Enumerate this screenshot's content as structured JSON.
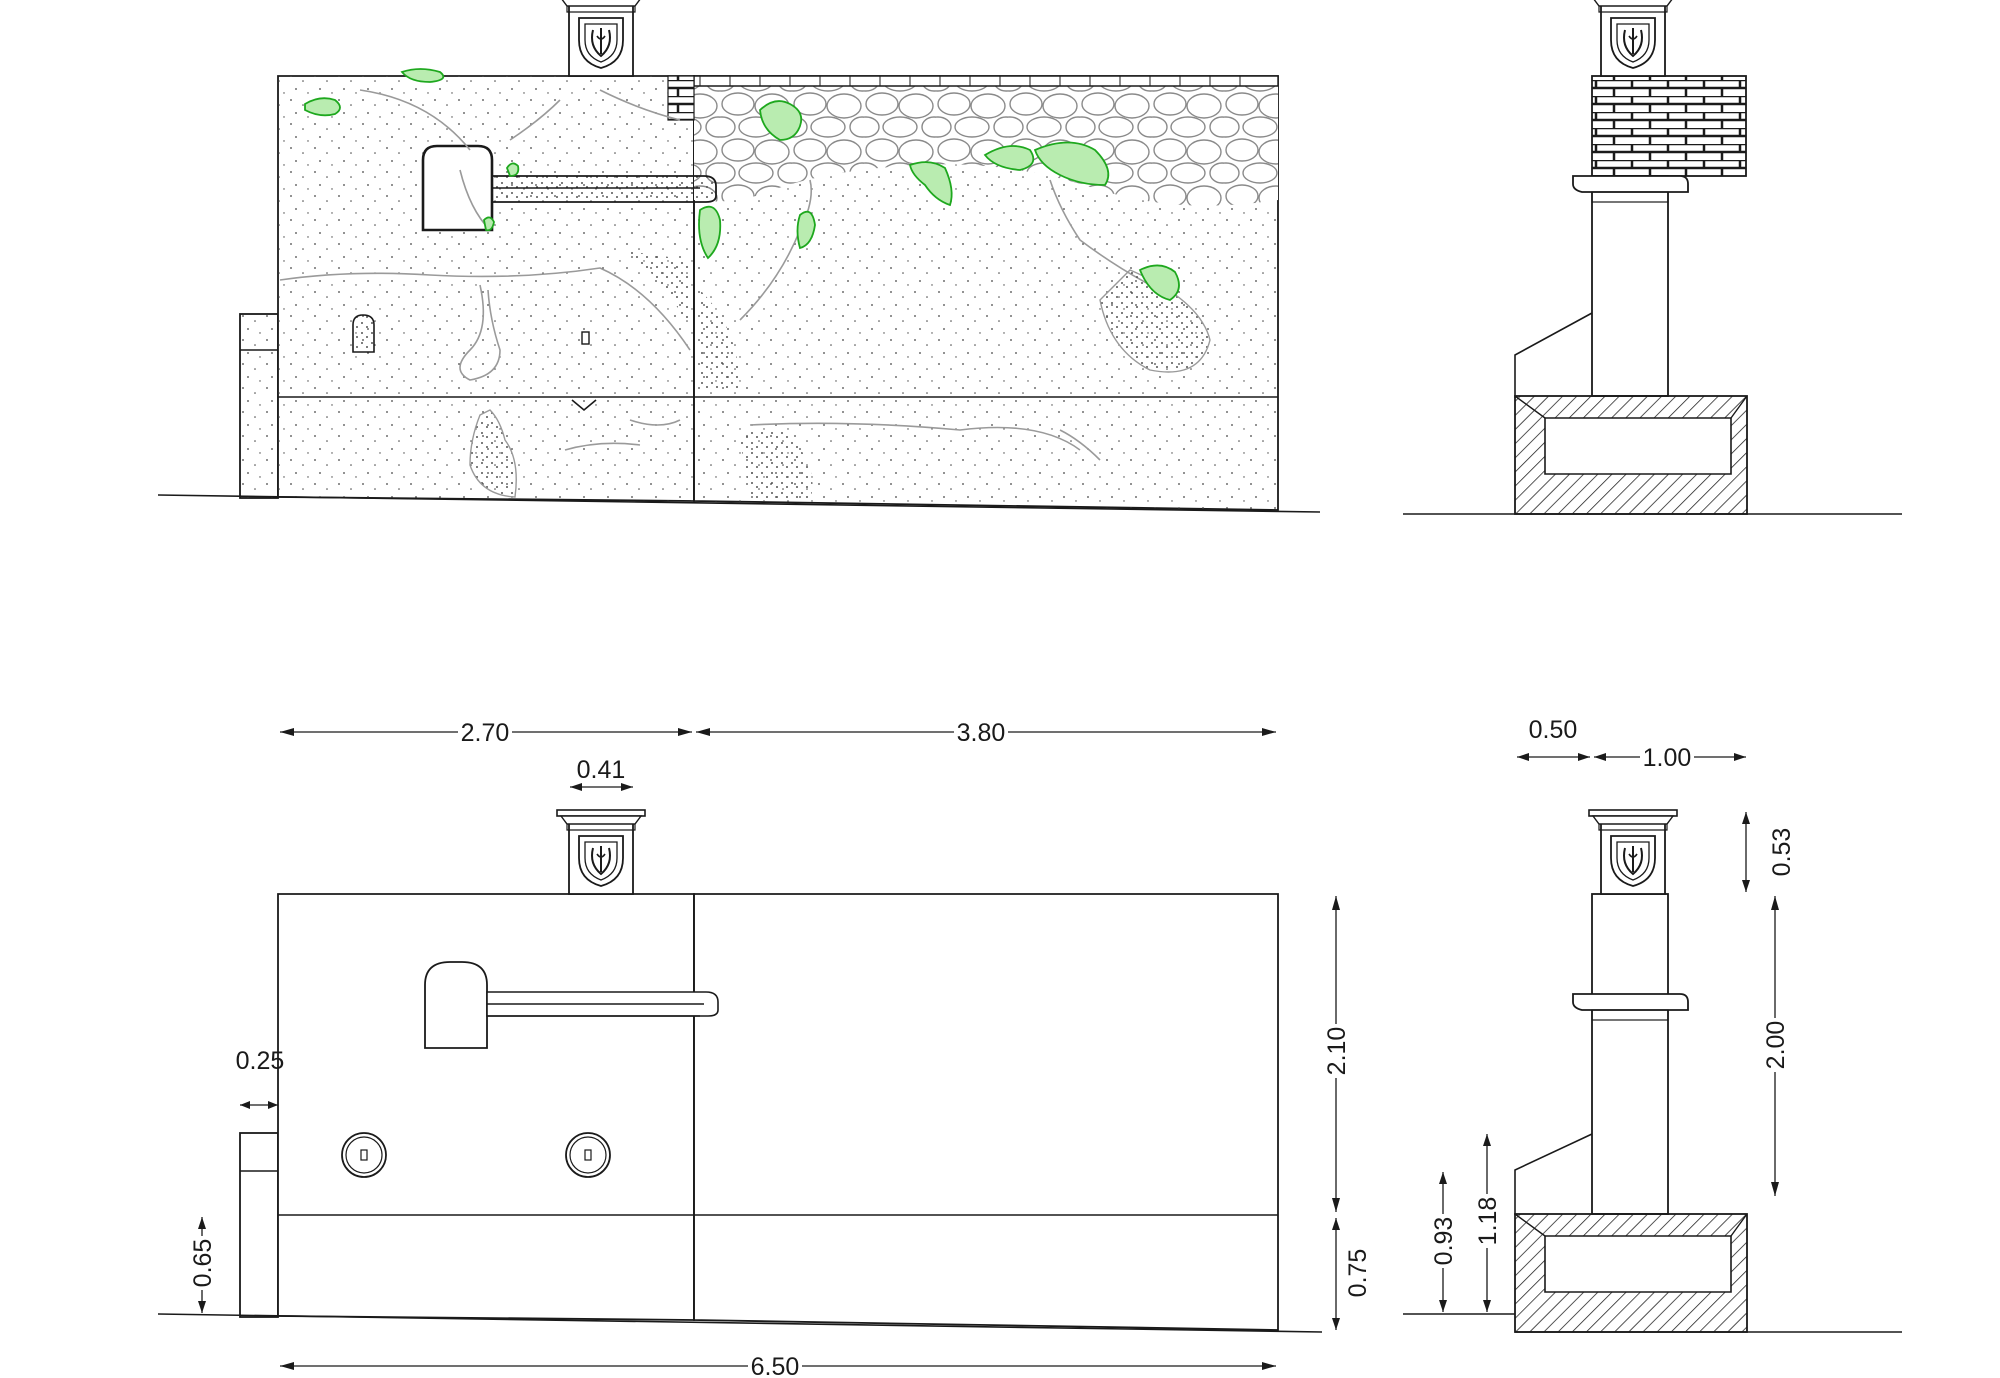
{
  "title": "",
  "colors": {
    "line": "#1a1a1a",
    "weathering": "#9a9a9a",
    "vegetation": "#1ea81e",
    "vegetation_fill": "#b9ecb0"
  },
  "dimensions": {
    "front_left_width": "2.70",
    "front_right_width": "3.80",
    "pinnacle_width": "0.41",
    "basin_depth": "0.25",
    "basin_height": "0.65",
    "total_width": "6.50",
    "wall_height": "2.10",
    "plinth_height": "0.75",
    "side_overhang": "0.50",
    "side_width": "1.00",
    "pinnacle_height": "0.53",
    "side_height": "2.00",
    "bench_top_height": "1.18",
    "bench_height": "0.93"
  }
}
